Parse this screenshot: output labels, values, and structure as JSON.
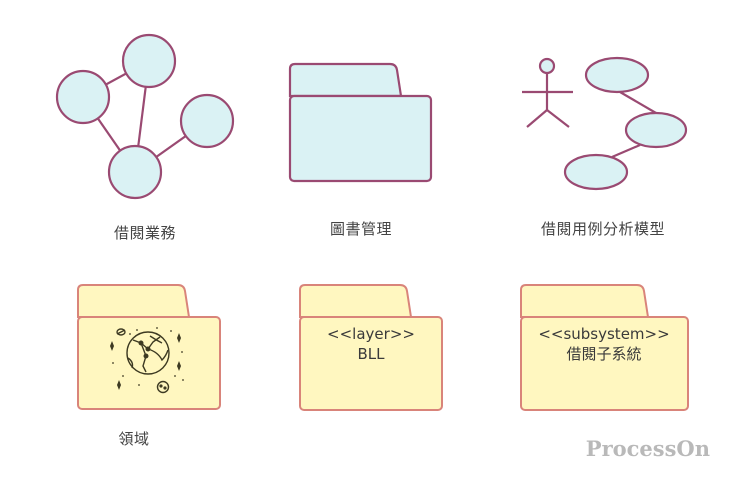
{
  "colors": {
    "background": "#ffffff",
    "cyan_fill": "#daf2f4",
    "magenta_stroke": "#9a4a72",
    "yellow_fill": "#fff7c0",
    "salmon_stroke": "#d9847a",
    "text": "#444444",
    "watermark": "#b9b9b9"
  },
  "icons": [
    {
      "name": "network-graph-icon",
      "label": "借閱業務"
    },
    {
      "name": "folder-package-icon",
      "label": "圖書管理"
    },
    {
      "name": "use-case-model-icon",
      "label": "借閱用例分析模型"
    }
  ],
  "packages": [
    {
      "name": "domain-package",
      "stereotype": "",
      "title": "",
      "caption": "領域",
      "icon": "globe-stars-icon"
    },
    {
      "name": "bll-layer-package",
      "stereotype": "<<layer>>",
      "title": "BLL",
      "caption": ""
    },
    {
      "name": "borrow-subsystem-package",
      "stereotype": "<<subsystem>>",
      "title": "借閱子系統",
      "caption": ""
    }
  ],
  "watermark": "ProcessOn"
}
